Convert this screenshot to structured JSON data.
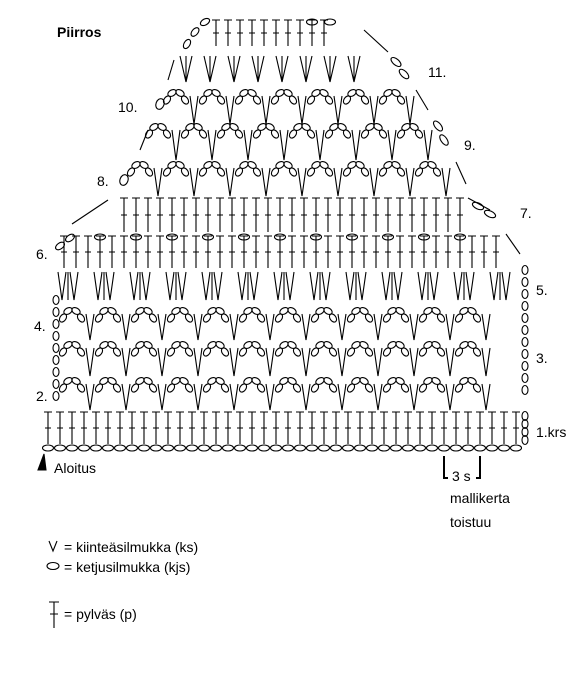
{
  "title": "Piirros",
  "row_labels": {
    "r1": "1.krs",
    "r2": "2.",
    "r3": "3.",
    "r4": "4.",
    "r5": "5.",
    "r6": "6.",
    "r7": "7.",
    "r8": "8.",
    "r9": "9.",
    "r10": "10.",
    "r11": "11."
  },
  "start_label": "Aloitus",
  "repeat": {
    "count": "3 s",
    "line1": "mallikerta",
    "line2": "toistuu"
  },
  "legend": [
    {
      "icon": "single-crochet-v-icon",
      "text": "= kiinteäsilmukka (ks)"
    },
    {
      "icon": "chain-oval-icon",
      "text": "= ketjusilmukka (kjs)"
    },
    {
      "icon": "double-crochet-t-icon",
      "text": "= pylväs (p)"
    }
  ],
  "ink_color": "#000000"
}
